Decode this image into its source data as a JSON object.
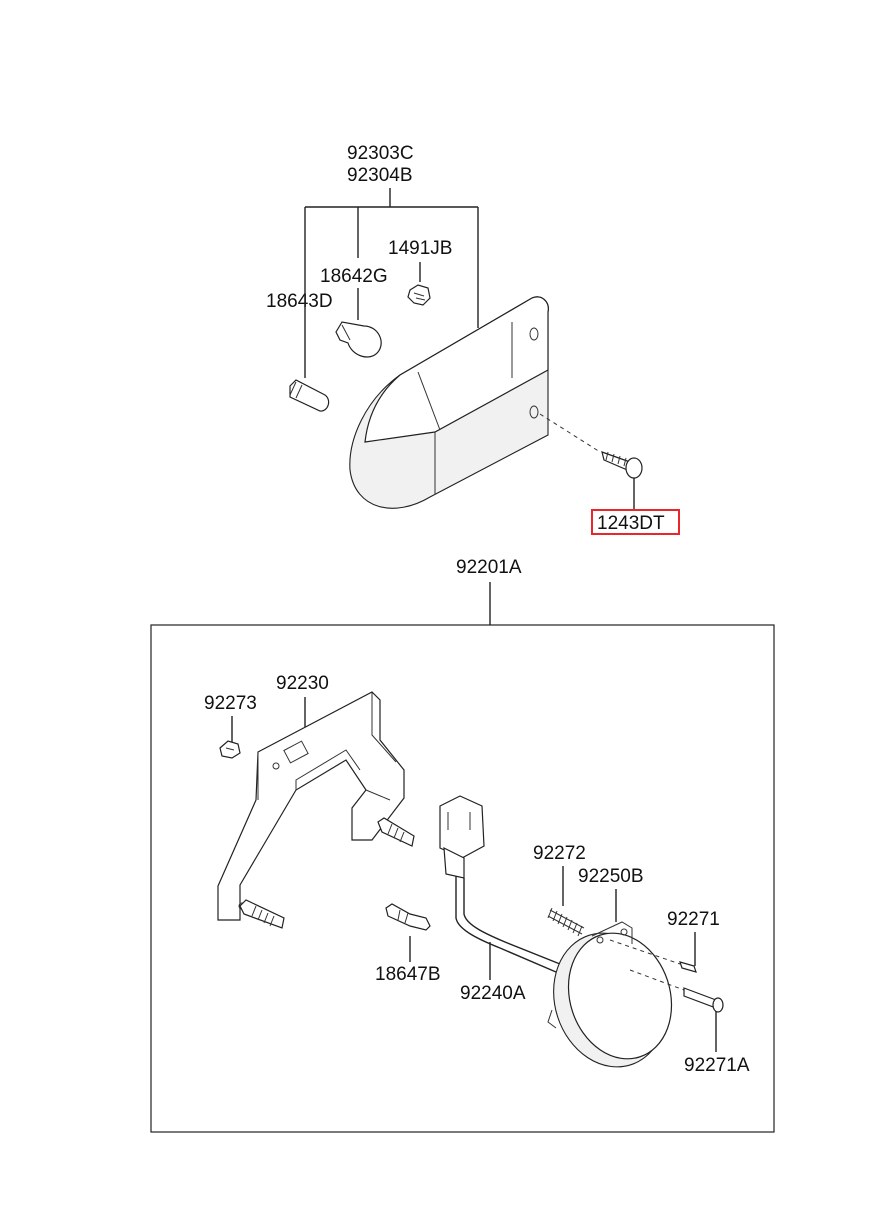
{
  "diagram": {
    "labels": {
      "p92303C": "92303C",
      "p92304B": "92304B",
      "p1491JB": "1491JB",
      "p18642G": "18642G",
      "p18643D": "18643D",
      "p1243DT": "1243DT",
      "p92201A": "92201A",
      "p92230": "92230",
      "p92273": "92273",
      "p92272": "92272",
      "p92250B": "92250B",
      "p92271": "92271",
      "p18647B": "18647B",
      "p92240A": "92240A",
      "p92271A": "92271A"
    },
    "highlight_color": "#e8262b",
    "line_color": "#222222"
  }
}
